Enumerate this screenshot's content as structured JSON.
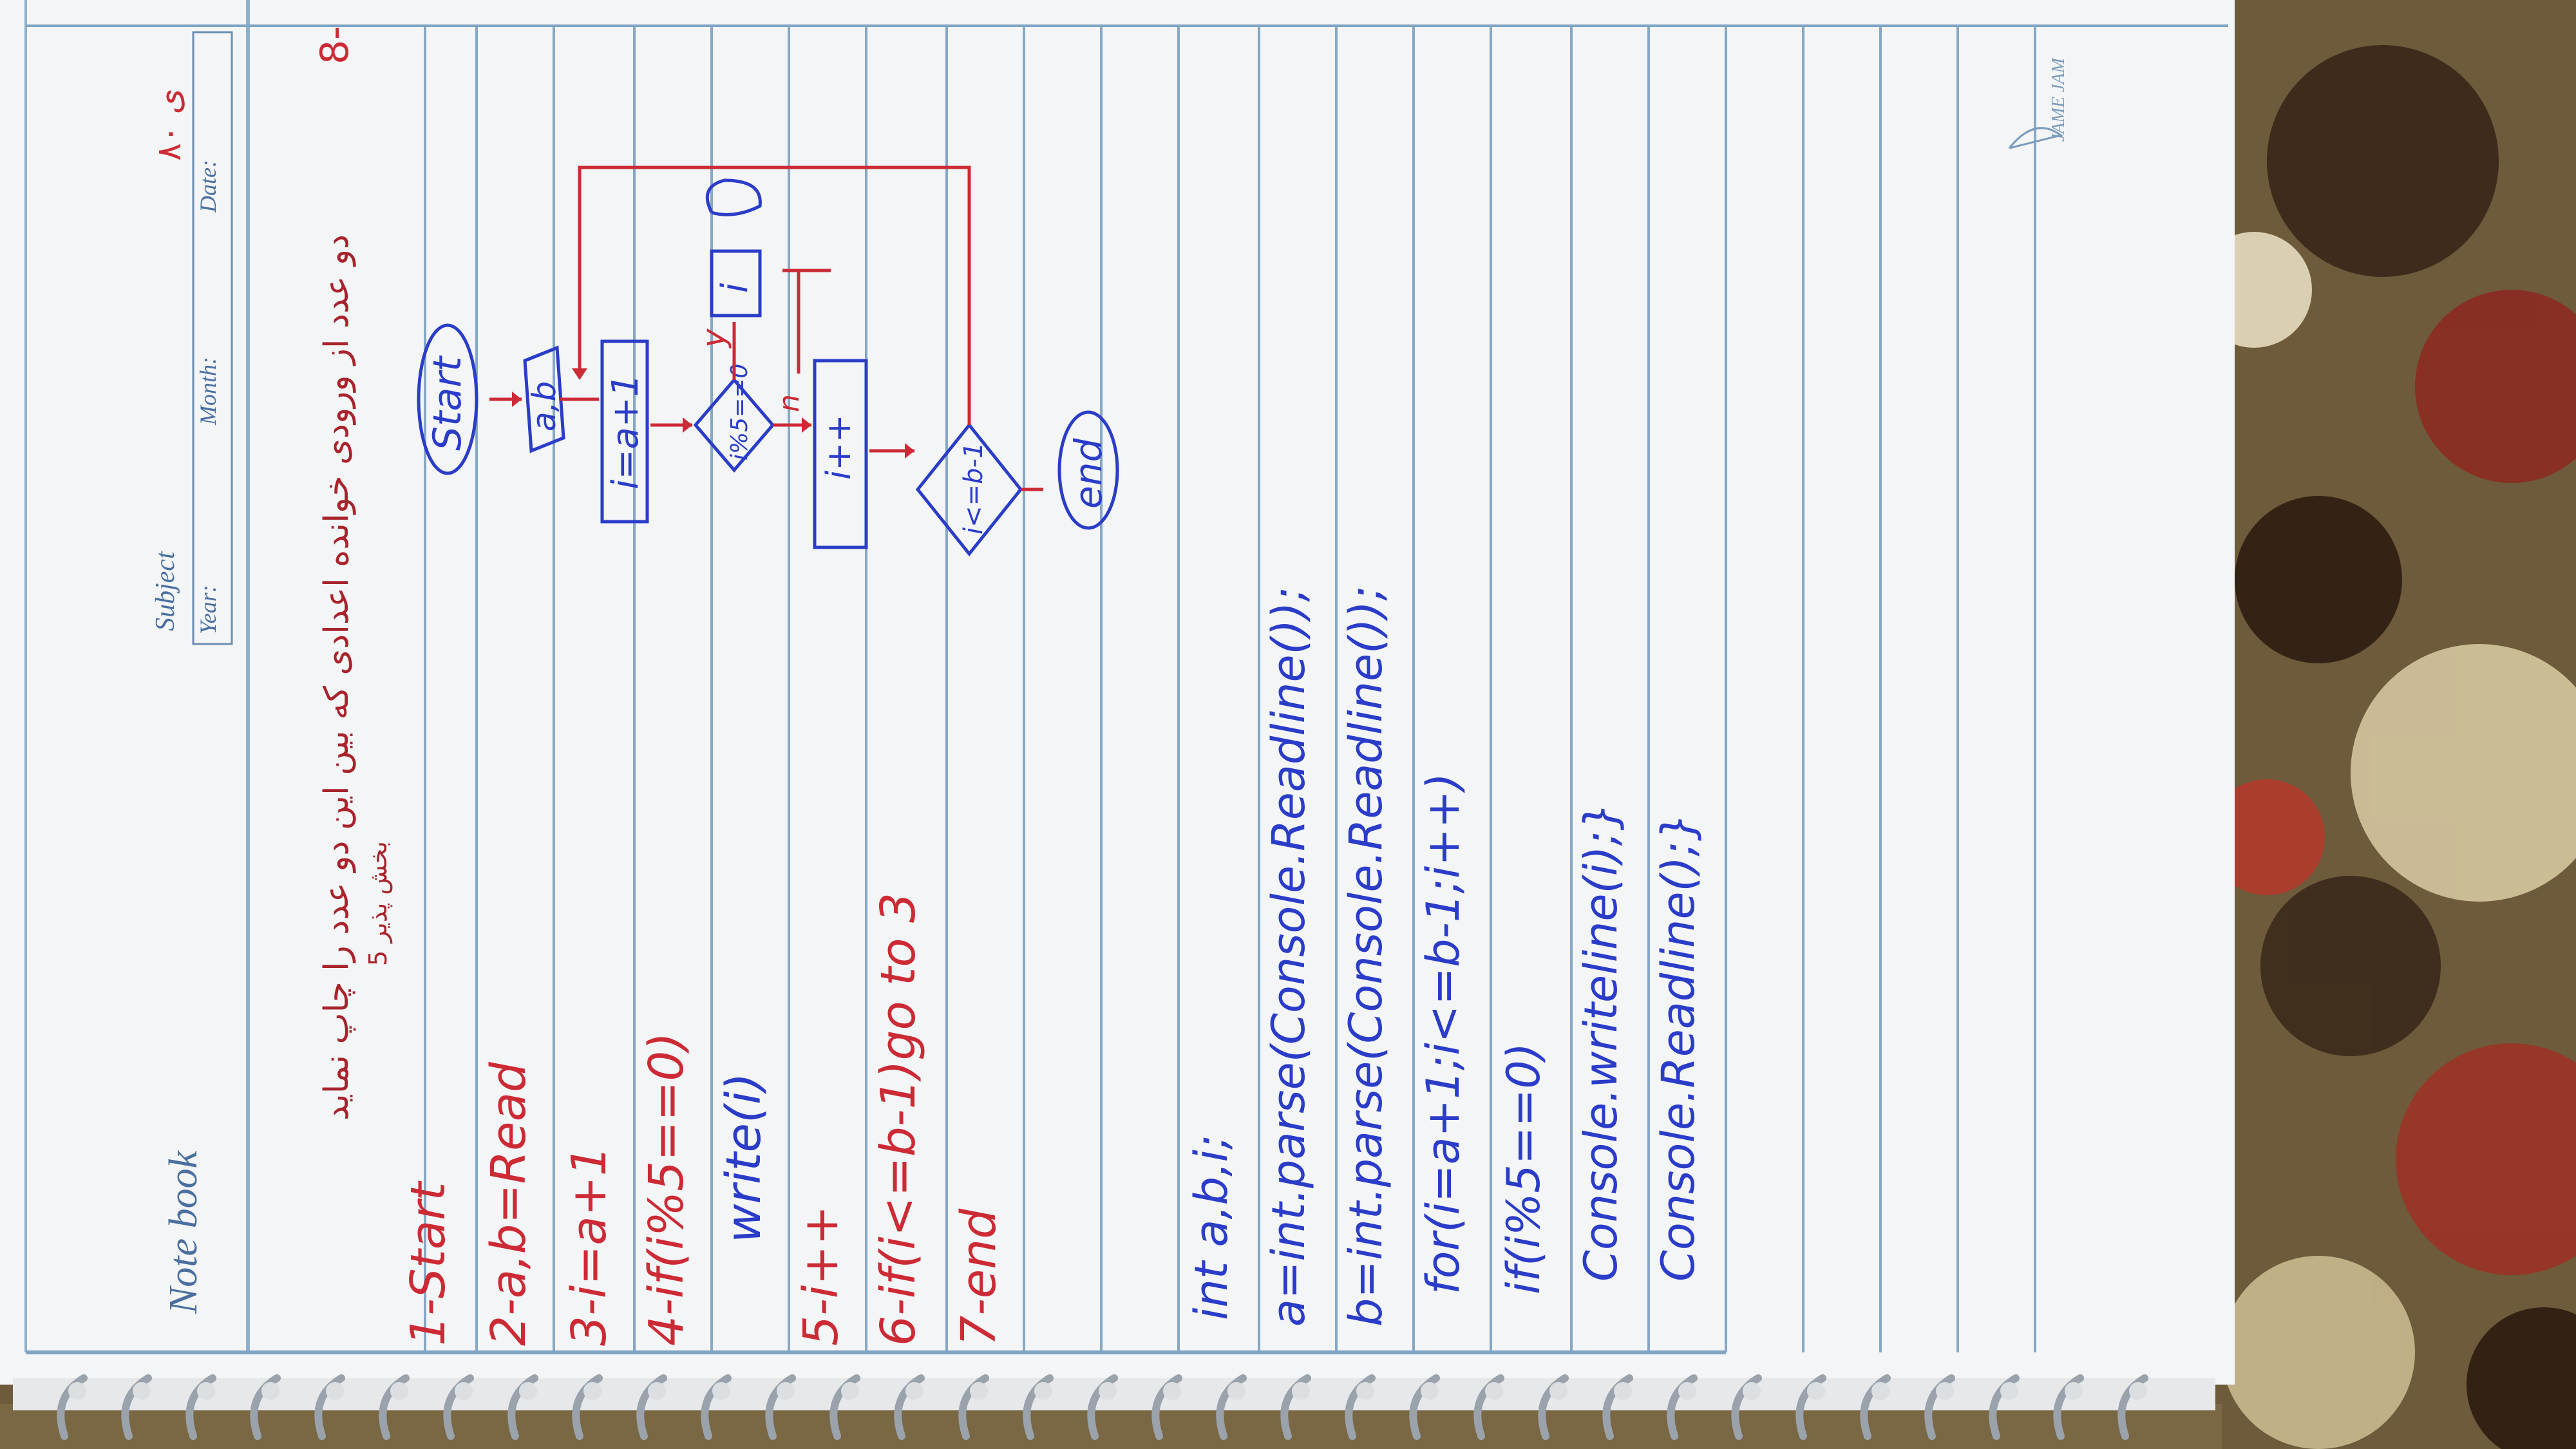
{
  "notebook": {
    "brand": "Note book",
    "subject_label": "Subject",
    "year_label": "Year:",
    "month_label": "Month:",
    "date_label": "Date:",
    "date_value": "۸۰ ی",
    "logo_text": "JAME JAM"
  },
  "question": {
    "number": "8-",
    "text": "دو عدد از ورودی خوانده اعدادی که بین این دو عدد را چاپ نماید",
    "tail": "5 بخش پذیر"
  },
  "algorithm": [
    "1-Start",
    "2-a,b=Read",
    "3-i=a+1",
    "4-if(i%5==0)",
    "write(i)",
    "5-i++",
    "6-if(i<=b-1)go to 3",
    "7-end"
  ],
  "code": [
    "int a,b,i;",
    "a=int.parse(Console.Readline());",
    "b=int.parse(Console.Readline());",
    "for(i=a+1;i<=b-1;i++)",
    "if(i%5==0)",
    "Console.writeline(i);}",
    "Console.Readline();}"
  ],
  "flowchart": {
    "start": "Start",
    "input": "a,b",
    "assign": "i=a+1",
    "condition1": "i%5==0",
    "yes": "y",
    "no": "n",
    "output": "i",
    "increment": "i++",
    "condition2": "i<=b-1",
    "end": "end"
  },
  "colors": {
    "paper": "#f4f6f7",
    "rule": "#86a8c6",
    "margin_rule": "#7fa4c4",
    "red_ink": "#cc2a35",
    "blue_ink": "#2a3cc8",
    "print_blue": "#4a6f9f",
    "carpet": "#6b5a3a"
  }
}
